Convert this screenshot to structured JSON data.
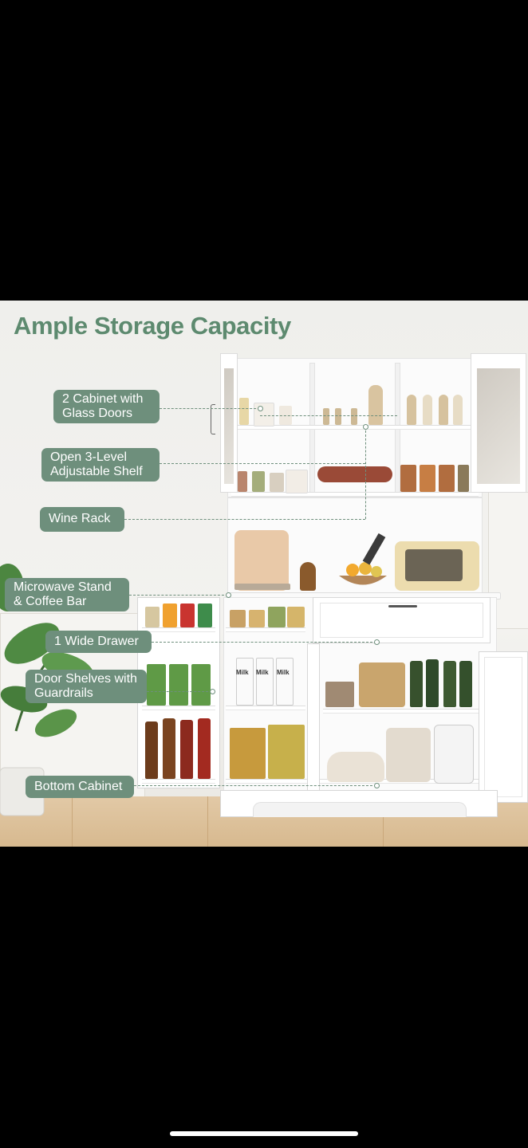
{
  "title": "Ample Storage Capacity",
  "callouts": [
    {
      "lines": [
        "2 Cabinet with",
        "Glass Doors"
      ]
    },
    {
      "lines": [
        "Open 3-Level",
        "Adjustable Shelf"
      ]
    },
    {
      "lines": [
        "Wine Rack"
      ]
    },
    {
      "lines": [
        "Microwave Stand",
        "& Coffee Bar"
      ]
    },
    {
      "lines": [
        "1 Wide Drawer"
      ]
    },
    {
      "lines": [
        "Door Shelves with",
        "Guardrails"
      ]
    },
    {
      "lines": [
        "Bottom Cabinet"
      ]
    }
  ],
  "milk_label": "Milk",
  "colors": {
    "accent": "#6e8f7c",
    "title": "#5d8a6f",
    "background": "#000000"
  }
}
